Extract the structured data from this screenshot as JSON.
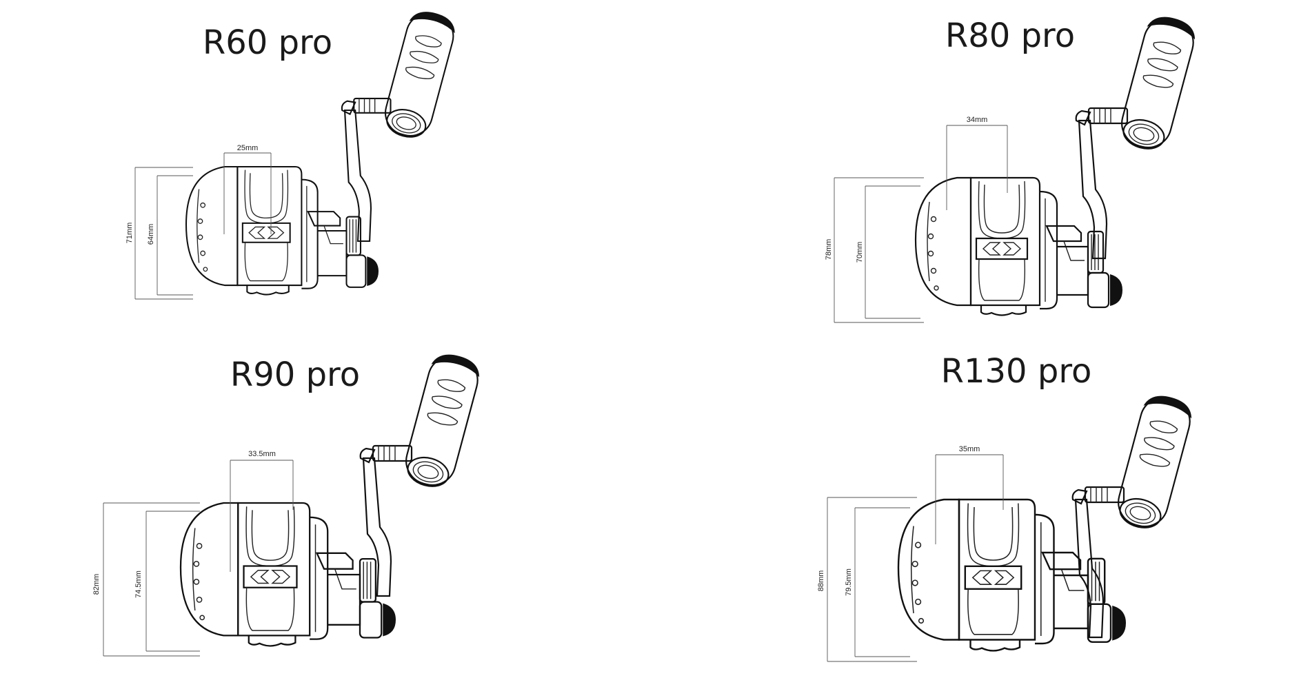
{
  "reels": [
    {
      "title": "R60 pro",
      "width_label": "25mm",
      "height_outer_label": "71mm",
      "height_inner_label": "64mm"
    },
    {
      "title": "R80 pro",
      "width_label": "34mm",
      "height_outer_label": "78mm",
      "height_inner_label": "70mm"
    },
    {
      "title": "R90 pro",
      "width_label": "33.5mm",
      "height_outer_label": "82mm",
      "height_inner_label": "74.5mm"
    },
    {
      "title": "R130 pro",
      "width_label": "35mm",
      "height_outer_label": "88mm",
      "height_inner_label": "79.5mm"
    }
  ]
}
